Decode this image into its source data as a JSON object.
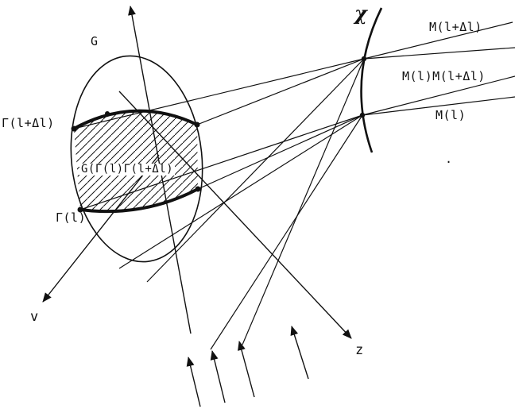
{
  "figure": {
    "labels": {
      "surface": "G",
      "gamma_upper": "Γ(l+Δl)",
      "gamma_lower": "Γ(l)",
      "region": "G(Γ(l)Γ(l+Δl)",
      "caustic": "χ",
      "m_upper": "M(l+Δl)",
      "m_mid": "M(l)M(l+Δl)",
      "m_lower": "M(l)",
      "axis_v": "v",
      "axis_z": "z",
      "stray_dot": "."
    },
    "colors": {
      "ink": "#111111",
      "paper": "#ffffff"
    }
  }
}
